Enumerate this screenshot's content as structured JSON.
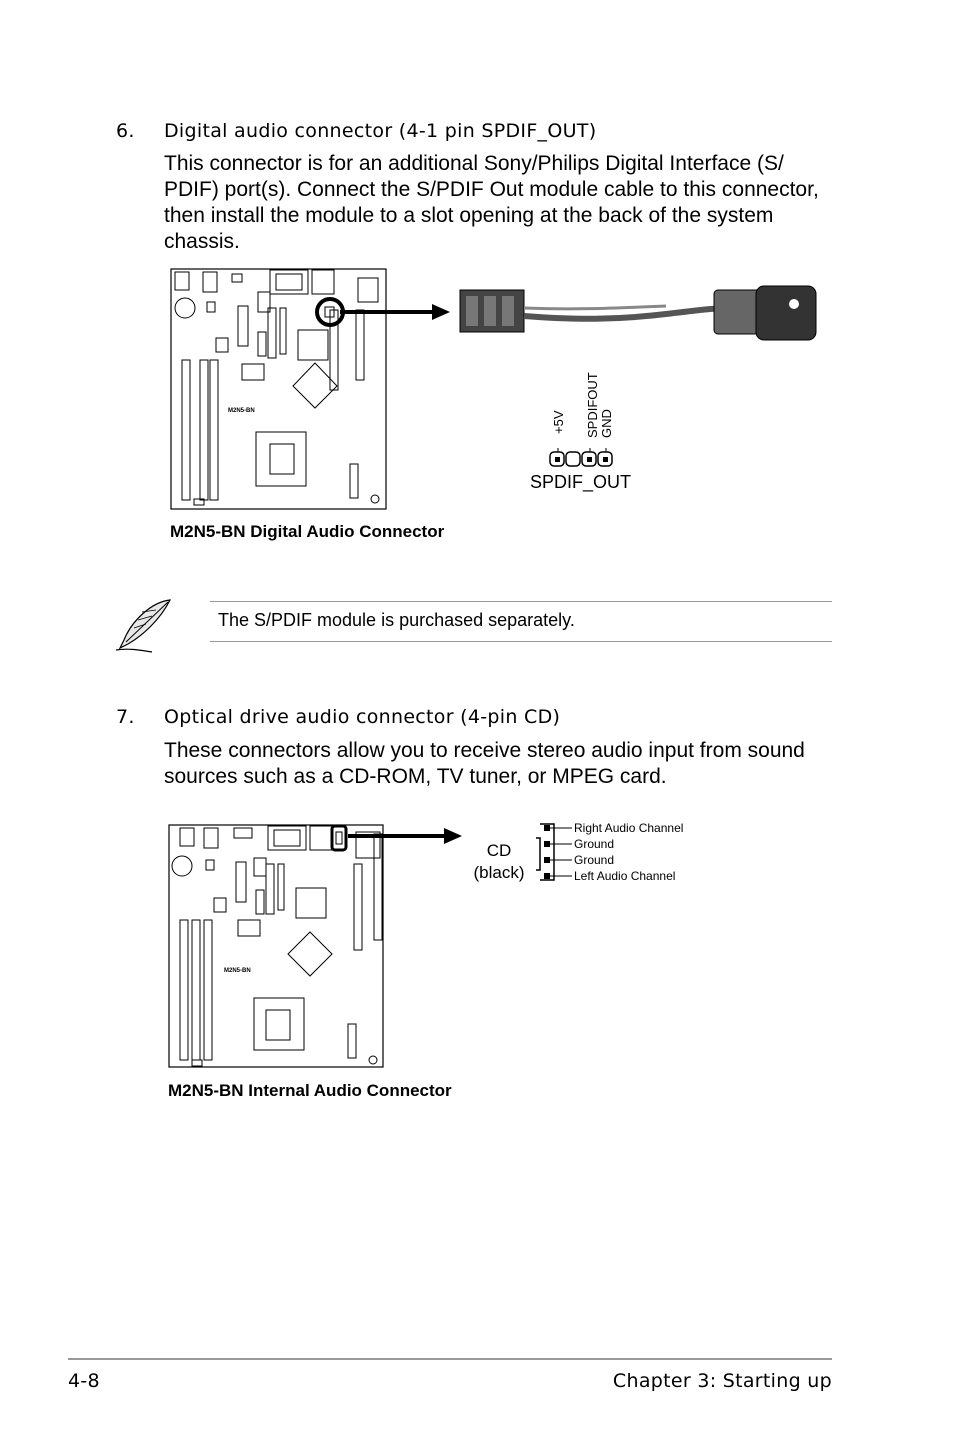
{
  "section6": {
    "number": "6.",
    "title": "Digital audio connector (4-1 pin SPDIF_OUT)",
    "paragraph_lines": [
      "This connector is for an additional Sony/Philips Digital Interface (S/",
      "PDIF) port(s). Connect the S/PDIF Out module cable to this connector,",
      "then install the module to a slot opening at the back of the system",
      "chassis."
    ],
    "board_label": "M2N5-BN",
    "pin_labels": [
      "+5V",
      "SPDIFOUT",
      "GND"
    ],
    "connector_label": "SPDIF_OUT",
    "caption": "M2N5-BN Digital Audio Connector"
  },
  "note": {
    "text": "The S/PDIF module is purchased separately.",
    "icon": "feather-pen-icon"
  },
  "section7": {
    "number": "7.",
    "title": "Optical drive audio connector (4-pin CD)",
    "paragraph_lines": [
      "These connectors allow you to receive stereo audio input from sound",
      "sources such as a CD-ROM, TV tuner, or MPEG card."
    ],
    "board_label": "M2N5-BN",
    "connector_label_line1": "CD",
    "connector_label_line2": "(black)",
    "pin_labels": [
      "Right Audio Channel",
      "Ground",
      "Ground",
      "Left Audio Channel"
    ],
    "caption": "M2N5-BN Internal Audio Connector"
  },
  "footer": {
    "page_number": "4-8",
    "chapter": "Chapter 3: Starting up"
  }
}
